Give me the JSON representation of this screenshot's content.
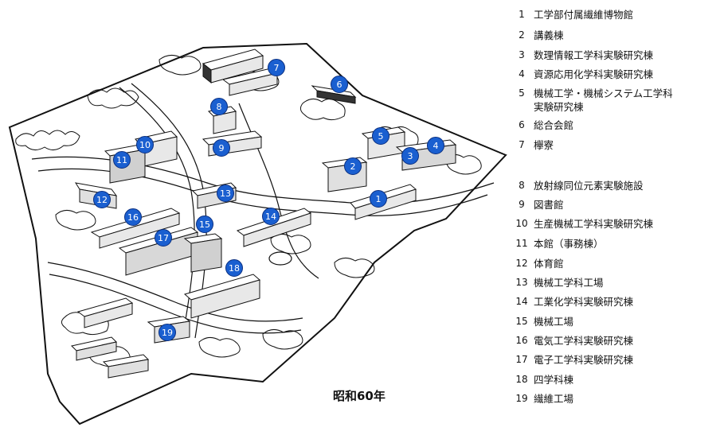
{
  "map": {
    "caption": "昭和60年",
    "markers": [
      {
        "number": "1"
      },
      {
        "number": "2"
      },
      {
        "number": "3"
      },
      {
        "number": "4"
      },
      {
        "number": "5"
      },
      {
        "number": "6"
      },
      {
        "number": "7"
      },
      {
        "number": "8"
      },
      {
        "number": "9"
      },
      {
        "number": "10"
      },
      {
        "number": "11"
      },
      {
        "number": "12"
      },
      {
        "number": "13"
      },
      {
        "number": "14"
      },
      {
        "number": "15"
      },
      {
        "number": "16"
      },
      {
        "number": "17"
      },
      {
        "number": "18"
      },
      {
        "number": "19"
      }
    ],
    "colors": {
      "marker": "#1a5fd0",
      "ink": "#111111"
    }
  },
  "legend": {
    "items": [
      {
        "number": "1",
        "name": "工学部付属繊維博物館"
      },
      {
        "number": "2",
        "name": "講義棟"
      },
      {
        "number": "3",
        "name": "数理情報工学科実験研究棟"
      },
      {
        "number": "4",
        "name": "資源応用化学科実験研究棟"
      },
      {
        "number": "5",
        "name": "機械工学・機械システム工学科\n実験研究棟"
      },
      {
        "number": "6",
        "name": "総合会館"
      },
      {
        "number": "7",
        "name": "欅寮"
      },
      {
        "number": "8",
        "name": "放射線同位元素実験施設"
      },
      {
        "number": "9",
        "name": "図書館"
      },
      {
        "number": "10",
        "name": "生産機械工学科実験研究棟"
      },
      {
        "number": "11",
        "name": "本館（事務棟）"
      },
      {
        "number": "12",
        "name": "体育館"
      },
      {
        "number": "13",
        "name": "機械工学科工場"
      },
      {
        "number": "14",
        "name": "工業化学科実験研究棟"
      },
      {
        "number": "15",
        "name": "機械工場"
      },
      {
        "number": "16",
        "name": "電気工学科実験研究棟"
      },
      {
        "number": "17",
        "name": "電子工学科実験研究棟"
      },
      {
        "number": "18",
        "name": "四学科棟"
      },
      {
        "number": "19",
        "name": "繊維工場"
      }
    ]
  }
}
